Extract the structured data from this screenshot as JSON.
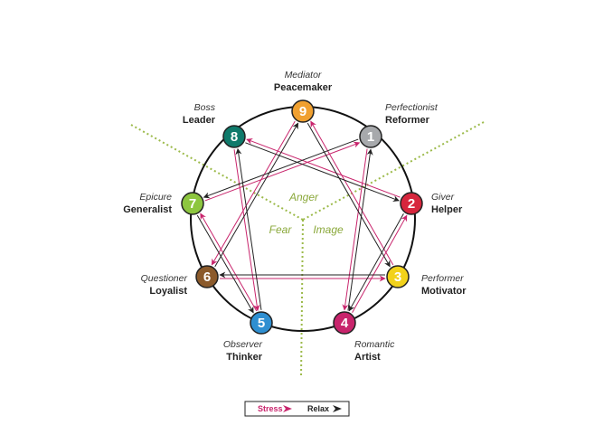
{
  "types": [
    {
      "num": "1",
      "italic": "Perfectionist",
      "bold": "Reformer",
      "color": "#a7a9ac"
    },
    {
      "num": "2",
      "italic": "Giver",
      "bold": "Helper",
      "color": "#d7263d"
    },
    {
      "num": "3",
      "italic": "Performer",
      "bold": "Motivator",
      "color": "#f2d21b"
    },
    {
      "num": "4",
      "italic": "Romantic",
      "bold": "Artist",
      "color": "#c8246c"
    },
    {
      "num": "5",
      "italic": "Observer",
      "bold": "Thinker",
      "color": "#2f8fd1"
    },
    {
      "num": "6",
      "italic": "Questioner",
      "bold": "Loyalist",
      "color": "#8b5a2b"
    },
    {
      "num": "7",
      "italic": "Epicure",
      "bold": "Generalist",
      "color": "#8dc63f"
    },
    {
      "num": "8",
      "italic": "Boss",
      "bold": "Leader",
      "color": "#0f7a6b"
    },
    {
      "num": "9",
      "italic": "Mediator",
      "bold": "Peacemaker",
      "color": "#f0a030"
    }
  ],
  "zones": {
    "anger": "Anger",
    "fear": "Fear",
    "image": "Image"
  },
  "legend": {
    "stress": "Stress",
    "relax": "Relax"
  },
  "colors": {
    "stress": "#c8246c",
    "relax": "#222222",
    "zone_lines": "#9cba4a",
    "circle": "#111111"
  }
}
